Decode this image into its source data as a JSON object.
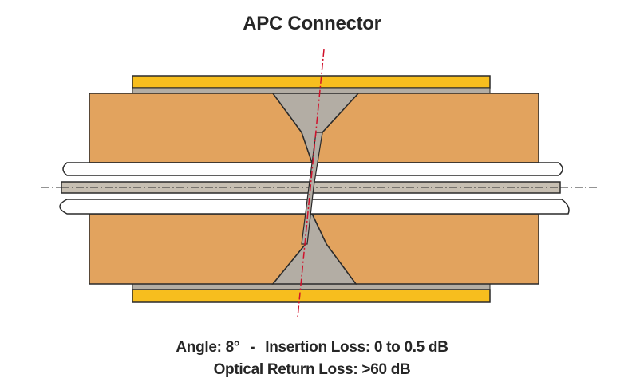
{
  "title": "APC Connector",
  "caption": {
    "angle_label": "Angle:",
    "angle_value": "8°",
    "separator": "-",
    "insertion_loss": "Insertion Loss: 0 to 0.5 dB",
    "return_loss": "Optical Return Loss: >60 dB"
  },
  "colors": {
    "ferrule_body": "#E2A35E",
    "sleeve": "#F7BE1E",
    "taper": "#B3ADA4",
    "fiber_core": "#C7BFB2",
    "center_line": "#D0112B",
    "outline": "#2A2A2A"
  }
}
